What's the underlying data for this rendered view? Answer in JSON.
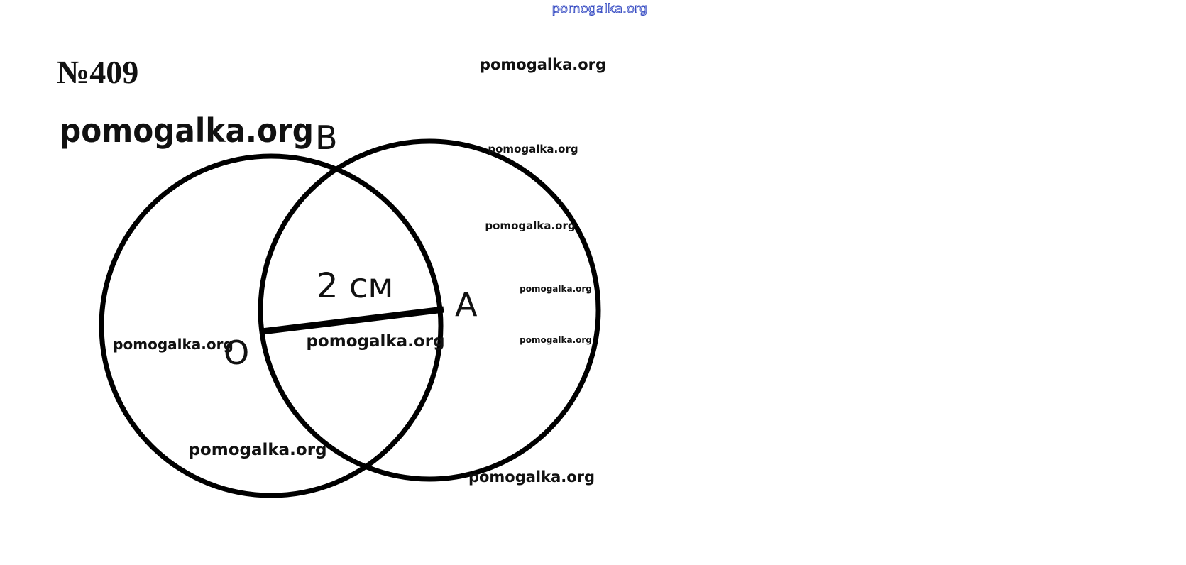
{
  "header": {
    "link_text": "pomogalka.org"
  },
  "problem": {
    "number": "№409"
  },
  "diagram": {
    "points": {
      "b": "B",
      "o": "O",
      "a": "A"
    },
    "radius_label": "2 см"
  },
  "watermarks": {
    "w1": "pomogalka.org",
    "w2": "pomogalka.org",
    "w3": "pomogalka.org",
    "w4": "pomogalka.org",
    "w5": "pomogalka.org",
    "w6": "pomogalka.org",
    "w7": "pomogalka.org",
    "w8": "pomogalka.org",
    "w9": "pomogalka.org",
    "w10": "pomogalka.org"
  }
}
